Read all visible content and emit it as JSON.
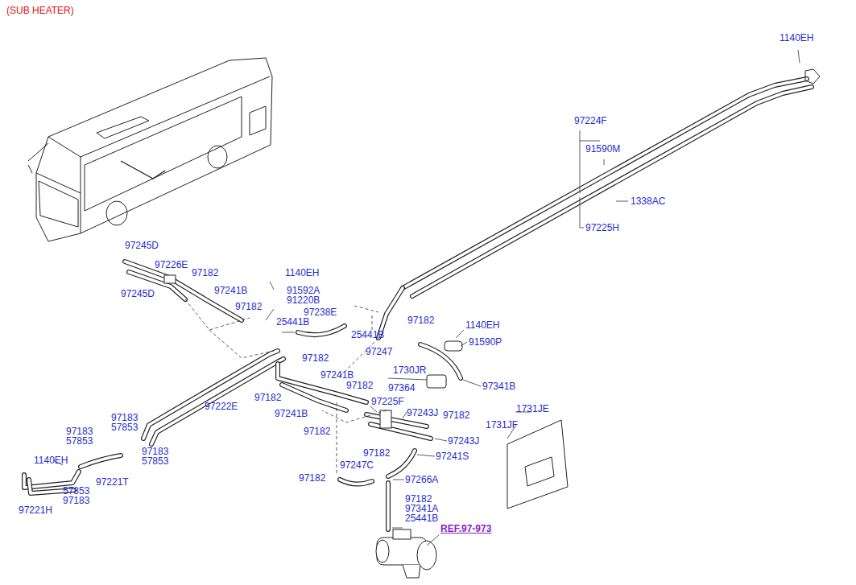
{
  "diagram": {
    "title": "(SUB HEATER)",
    "labels": [
      "1140EH",
      "97224F",
      "91590M",
      "1338AC",
      "97225H",
      "97245D",
      "97226E",
      "97182",
      "1140EH",
      "91592A",
      "91220B",
      "97245D",
      "97241B",
      "97182",
      "97238E",
      "25441B",
      "25441B",
      "97182",
      "1140EH",
      "91590P",
      "97247",
      "97182",
      "1730JR",
      "97241B",
      "97182",
      "97364",
      "97341B",
      "97222E",
      "97182",
      "97241B",
      "97225F",
      "1731JE",
      "97243J",
      "97182",
      "1731JF",
      "97183",
      "57853",
      "97183",
      "57853",
      "97182",
      "97243J",
      "1140EH",
      "97182",
      "97241S",
      "97183",
      "57853",
      "97247C",
      "97221T",
      "57853",
      "97183",
      "97182",
      "97266A",
      "97182",
      "97341A",
      "25441B",
      "97221H",
      "REF.97-973"
    ]
  }
}
